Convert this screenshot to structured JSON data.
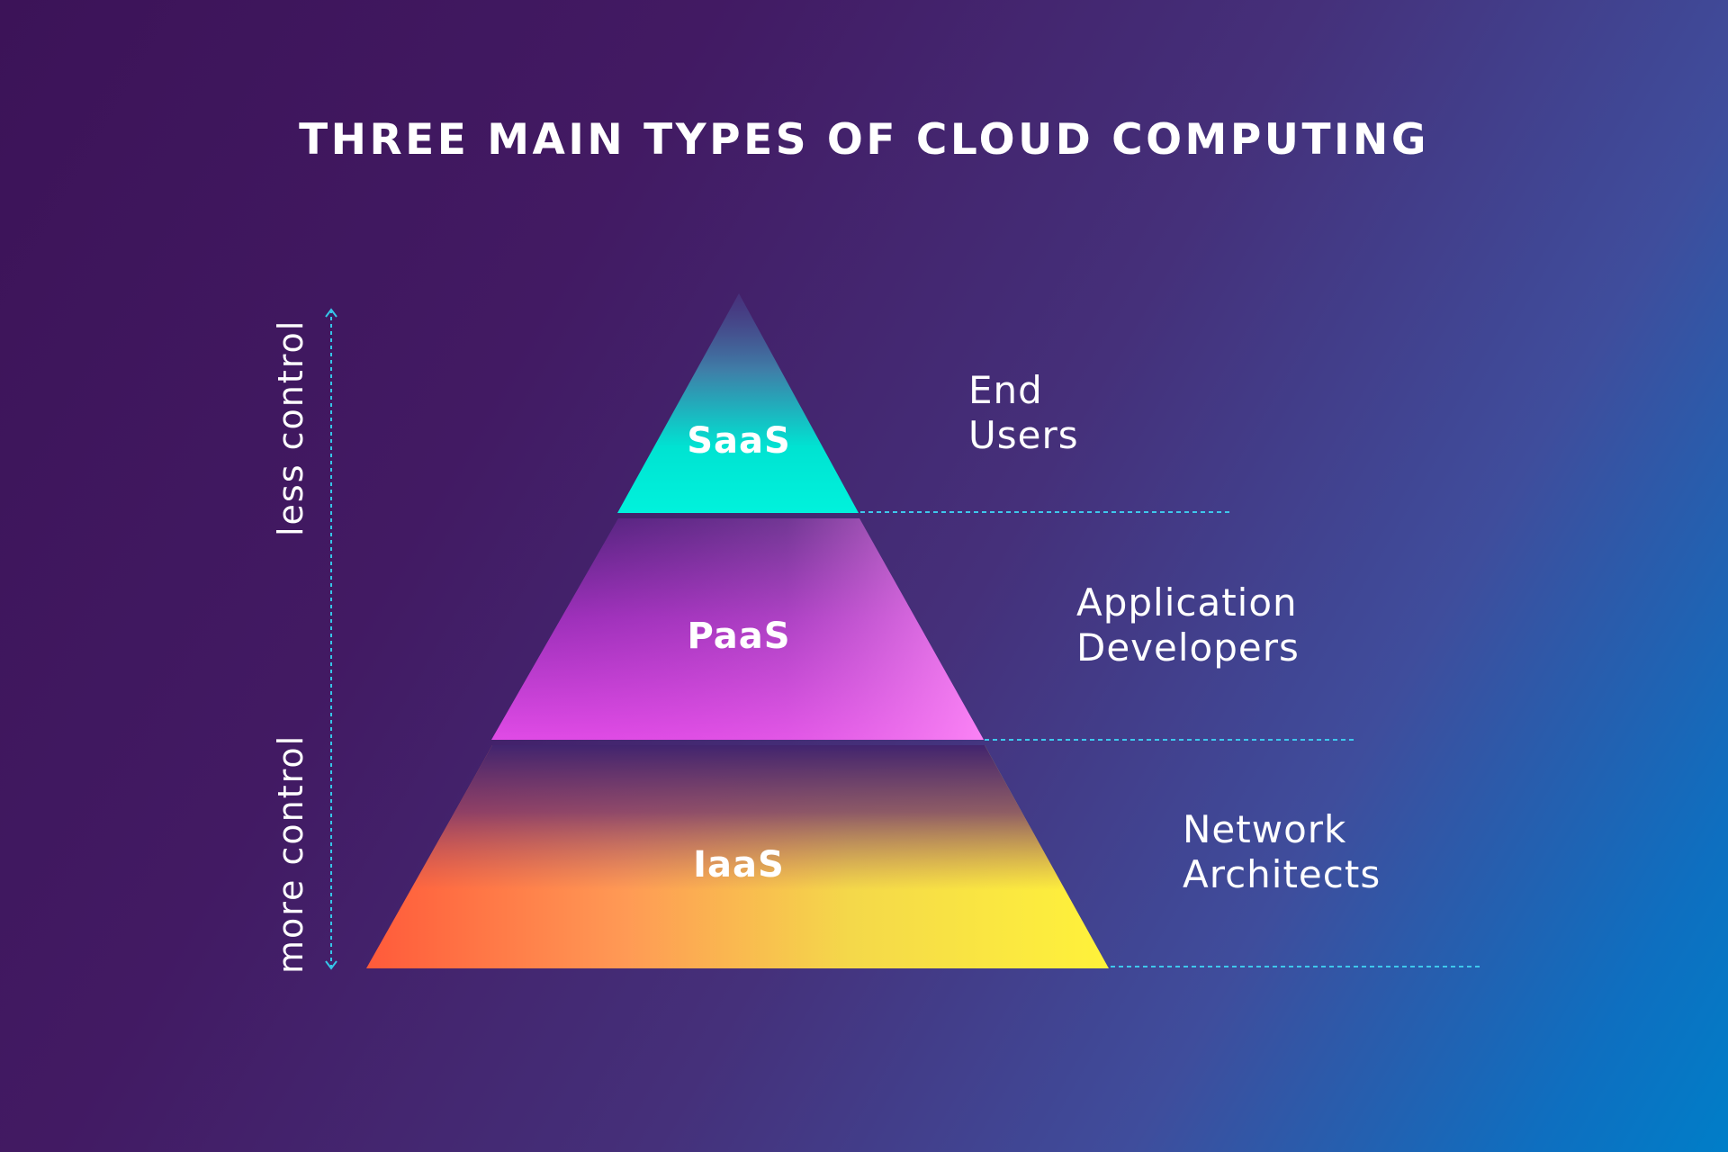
{
  "title": "THREE MAIN TYPES OF CLOUD COMPUTING",
  "axis": {
    "top_label": "less control",
    "bottom_label": "more control",
    "arrow_color": "#36c6e8"
  },
  "tiers": [
    {
      "name": "SaaS",
      "audience_line1": "End",
      "audience_line2": "Users",
      "colors": [
        "#5a4a8e",
        "#00f0d6"
      ]
    },
    {
      "name": "PaaS",
      "audience_line1": "Application",
      "audience_line2": "Developers",
      "colors": [
        "#7a2aa8",
        "#f079f5"
      ]
    },
    {
      "name": "IaaS",
      "audience_line1": "Network",
      "audience_line2": "Architects",
      "colors": [
        "#ff6a3c",
        "#fff23a"
      ]
    }
  ],
  "guide_color": "#3ec8ec"
}
